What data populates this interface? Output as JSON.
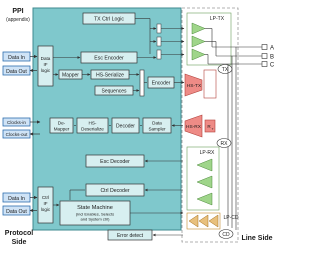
{
  "header": {
    "title": "PPI",
    "subtitle": "(appendix)"
  },
  "sides": {
    "protocol": "Protocol",
    "protocol_2": "Side",
    "line": "Line Side"
  },
  "inputs": {
    "data_in_1": "Data In",
    "data_out_1": "Data Out",
    "clocks_in": "Clocks-in",
    "clocks_out": "Clocks-out",
    "data_in_2": "Data In",
    "data_out_2": "Data Out"
  },
  "blocks": {
    "data_if_logic": [
      "Data",
      "IF",
      "logic"
    ],
    "tx_ctrl_logic": "TX Ctrl Logic",
    "esc_encoder": "Esc Encoder",
    "mapper": "Mapper",
    "hs_serialize": "HS-Serialize",
    "sequences": "Sequences",
    "encoder": "Encoder",
    "demapper": [
      "De-",
      "Mapper"
    ],
    "hs_deserialize": [
      "HS-",
      "Deserialize"
    ],
    "decoder": "Decoder",
    "data_sampler": [
      "Data",
      "Sampler"
    ],
    "esc_decoder": "Esc Decoder",
    "ctrl_decoder": "Ctrl Decoder",
    "ctrl_if_logic": [
      "Ctrl",
      "IF",
      "logic"
    ],
    "state_machine": "State Machine",
    "state_machine_sub": [
      "(incl Enables, Selects",
      "and System ctrl)"
    ],
    "error_detect": "Error detect"
  },
  "line": {
    "lp_tx": "LP-TX",
    "hs_tx": "HS-TX",
    "tx": "TX",
    "hs_rx": "HS-RX",
    "rt": "R",
    "rt_sub": "T",
    "rx": "RX",
    "lp_rx": "LP-RX",
    "lp_cd": "LP-CD",
    "cd": "CD"
  },
  "pins": {
    "a": "A",
    "b": "B",
    "c": "C"
  },
  "colors": {
    "teal": "#7fc8cc",
    "teal_border": "#3f8a8f",
    "lp_green": "#9fd58a",
    "hs_pink": "#ee8b86",
    "lpcd_gold": "#e8c07d"
  }
}
